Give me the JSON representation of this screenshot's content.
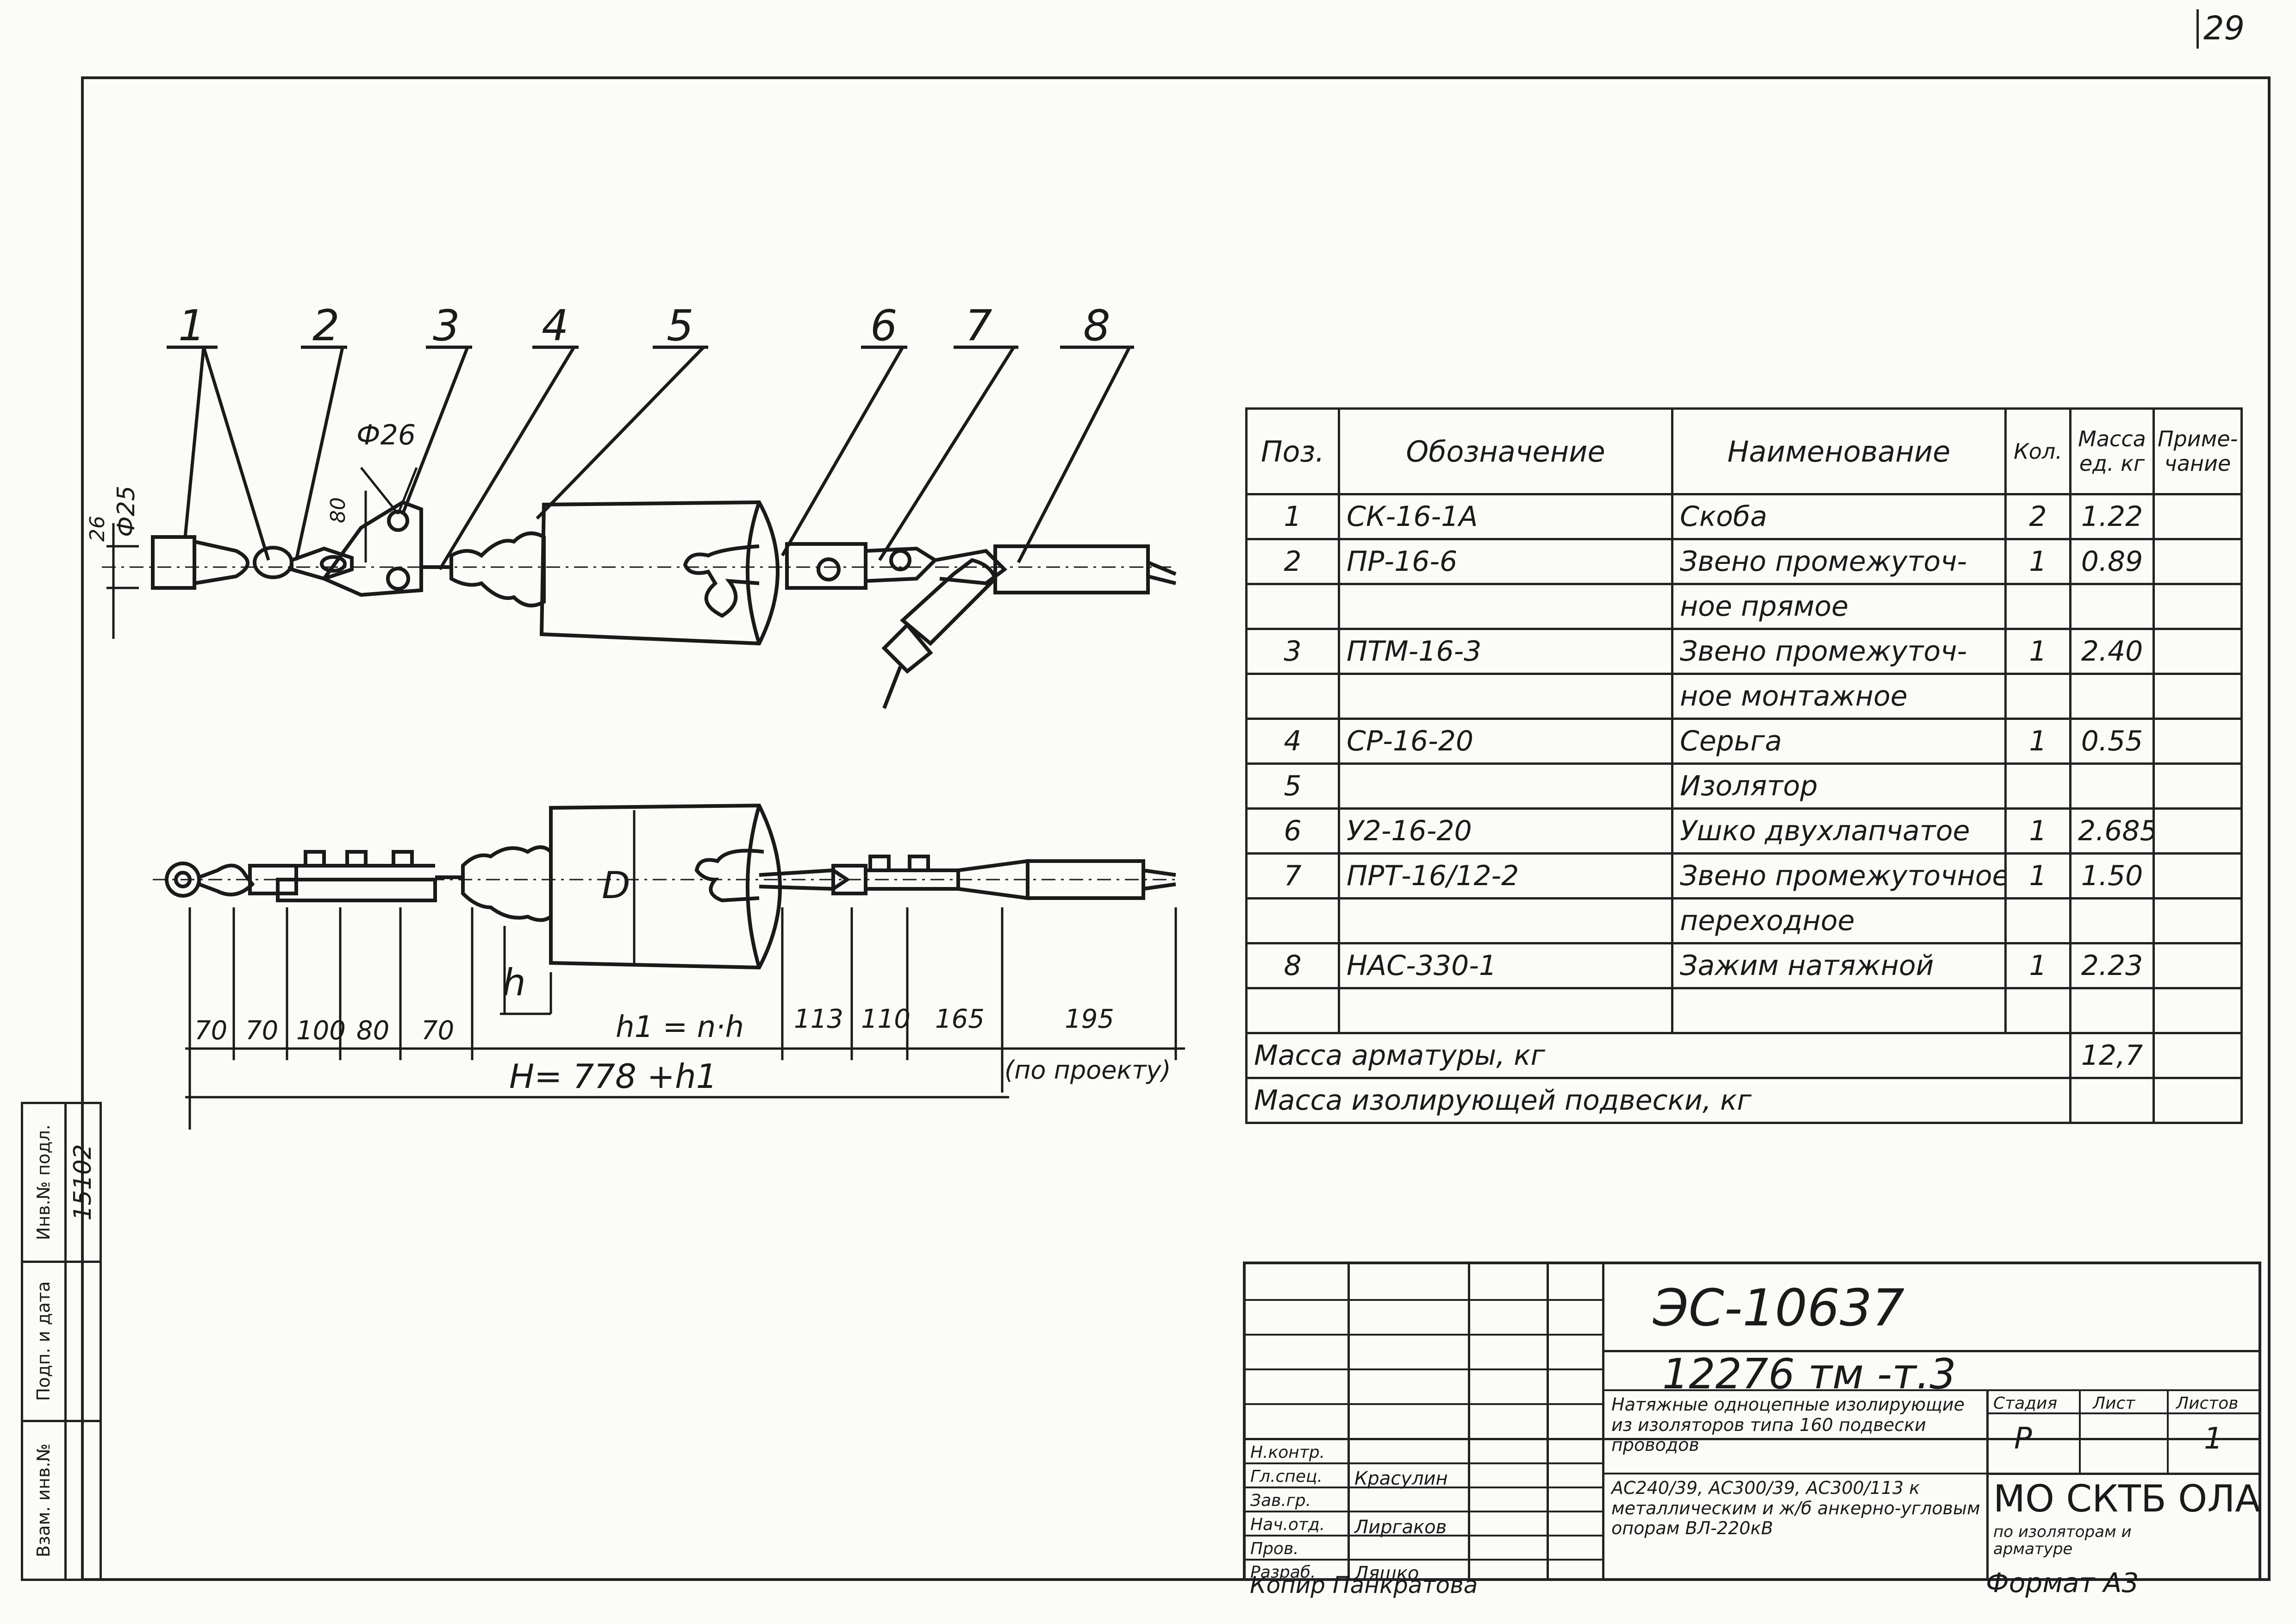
{
  "page_number": "29",
  "margin_stamp": {
    "cell_labels": [
      "Инв.№ подл.",
      "Подп. и дата",
      "Взам. инв.№"
    ],
    "inventory_number": "15102"
  },
  "drawing": {
    "position_callouts": [
      "1",
      "2",
      "3",
      "4",
      "5",
      "6",
      "7",
      "8"
    ],
    "diameter_labels": [
      "Ф26",
      "Ф25"
    ],
    "small_dims": [
      "26",
      "80"
    ],
    "insulator_diameter_label": "D",
    "h_label": "h",
    "bottom_dims": [
      "70",
      "70",
      "100",
      "80",
      "70",
      "113",
      "110",
      "165",
      "195"
    ],
    "h1_formula": "h1 = n·h",
    "total_formula": "H= 778 +h1",
    "by_design_note": "(по проекту)"
  },
  "parts_table": {
    "headers": {
      "pos": "Поз.",
      "designation": "Обозначение",
      "name": "Наименование",
      "qty": "Кол.",
      "mass": "Масса ед. кг",
      "note": "Приме-чание"
    },
    "rows": [
      {
        "pos": "1",
        "designation": "СК-16-1А",
        "name": "Скоба",
        "qty": "2",
        "mass": "1.22",
        "note": ""
      },
      {
        "pos": "2",
        "designation": "ПР-16-6",
        "name": "Звено промежуточ-",
        "qty": "1",
        "mass": "0.89",
        "note": ""
      },
      {
        "pos": "",
        "designation": "",
        "name": "ное прямое",
        "qty": "",
        "mass": "",
        "note": ""
      },
      {
        "pos": "3",
        "designation": "ПТМ-16-3",
        "name": "Звено промежуточ-",
        "qty": "1",
        "mass": "2.40",
        "note": ""
      },
      {
        "pos": "",
        "designation": "",
        "name": "ное монтажное",
        "qty": "",
        "mass": "",
        "note": ""
      },
      {
        "pos": "4",
        "designation": "СР-16-20",
        "name": "Серьга",
        "qty": "1",
        "mass": "0.55",
        "note": ""
      },
      {
        "pos": "5",
        "designation": "",
        "name": "Изолятор",
        "qty": "",
        "mass": "",
        "note": ""
      },
      {
        "pos": "6",
        "designation": "У2-16-20",
        "name": "Ушко двухлапчатое",
        "qty": "1",
        "mass": "2.685",
        "note": ""
      },
      {
        "pos": "7",
        "designation": "ПРТ-16/12-2",
        "name": "Звено промежуточное",
        "qty": "1",
        "mass": "1.50",
        "note": ""
      },
      {
        "pos": "",
        "designation": "",
        "name": "переходное",
        "qty": "",
        "mass": "",
        "note": ""
      },
      {
        "pos": "8",
        "designation": "НАС-330-1",
        "name": "Зажим натяжной",
        "qty": "1",
        "mass": "2.23",
        "note": ""
      },
      {
        "pos": "",
        "designation": "",
        "name": "",
        "qty": "",
        "mass": "",
        "note": ""
      }
    ],
    "mass_fittings_label": "Масса арматуры, кг",
    "mass_fittings_value": "12,7",
    "mass_insulating_label": "Масса изолирующей подвески, кг",
    "mass_insulating_value": ""
  },
  "title_block": {
    "doc_number": "ЭС-10637",
    "drawing_code": "12276 тм -т.3",
    "description_top": "Натяжные одноцепные изолирующие из изоляторов типа 160 подвески проводов",
    "description_bottom": "АС240/39, АС300/39, АС300/113 к металлическим и ж/б анкерно-угловым опорам ВЛ-220кВ",
    "stage_label": "Стадия",
    "sheet_label": "Лист",
    "sheets_label": "Листов",
    "stage_value": "Р",
    "sheets_value": "1",
    "org_name": "МО СКТБ ОЛА",
    "org_sub": "по изоляторам и арматуре",
    "role_labels": [
      "Н.контр.",
      "Гл.спец.",
      "Зав.гр.",
      "Нач.отд.",
      "Пров.",
      "Разраб."
    ],
    "signers": [
      "Красулин",
      "Лиргаков",
      "Ляшко"
    ]
  },
  "copy_note": "Копир Панкратова",
  "format_note": "Формат А3"
}
